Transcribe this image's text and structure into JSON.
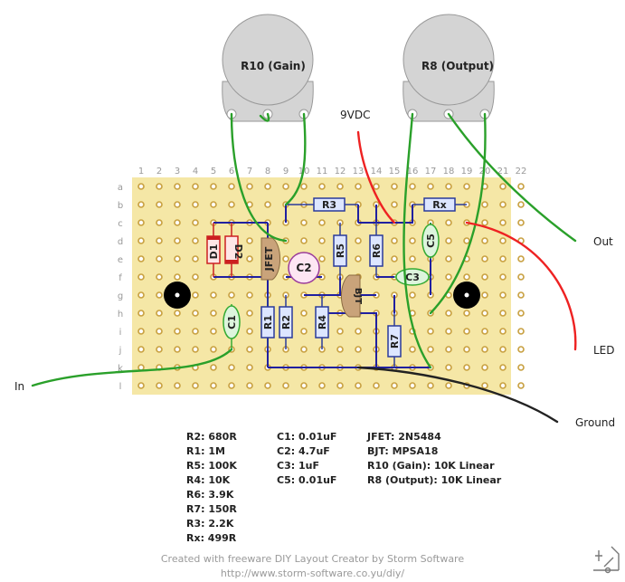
{
  "board": {
    "columns": [
      "1",
      "2",
      "3",
      "4",
      "5",
      "6",
      "7",
      "8",
      "9",
      "10",
      "11",
      "12",
      "13",
      "14",
      "15",
      "16",
      "17",
      "18",
      "19",
      "20",
      "21",
      "22"
    ],
    "rows": [
      "a",
      "b",
      "c",
      "d",
      "e",
      "f",
      "g",
      "h",
      "i",
      "j",
      "k",
      "l"
    ]
  },
  "labels": {
    "pot_gain": "R10 (Gain)",
    "pot_output": "R8 (Output)",
    "power": "9VDC",
    "output": "Out",
    "input": "In",
    "led": "LED",
    "ground": "Ground"
  },
  "components": {
    "R1": "R1",
    "R2": "R2",
    "R3": "R3",
    "R4": "R4",
    "R5": "R5",
    "R6": "R6",
    "R7": "R7",
    "Rx": "Rx",
    "D1": "D1",
    "D2": "D2",
    "C1": "C1",
    "C2": "C2",
    "C3": "C3",
    "C5": "C5",
    "JFET": "JFET",
    "BJT": "BJT"
  },
  "bom_columns": [
    [
      "R2: 680R",
      "R1: 1M",
      "R5: 100K",
      "R4: 10K",
      "R6: 3.9K",
      "R7: 150R",
      "R3: 2.2K",
      "Rx: 499R"
    ],
    [
      "C1: 0.01uF",
      "C2: 4.7uF",
      "C3: 1uF",
      "C5: 0.01uF"
    ],
    [
      "JFET: 2N5484",
      "BJT: MPSA18",
      "R10 (Gain): 10K Linear",
      "R8 (Output): 10K Linear"
    ]
  ],
  "credit": {
    "line1": "Created with freeware DIY Layout Creator by Storm Software",
    "line2": "http://www.storm-software.co.yu/diy/"
  },
  "colors": {
    "board": "#f5e7a6",
    "pad": "#c8a040",
    "trace": "#2020a0",
    "resistor_fill": "#dde6ff",
    "resistor_stroke": "#2a3a9a",
    "diode_fill": "#ffe6e6",
    "diode_stroke": "#cc2020",
    "film_cap_fill": "#ddf5dd",
    "film_cap_stroke": "#33aa33",
    "elec_cap_fill": "#fde6f3",
    "elec_cap_stroke": "#9a3a9a",
    "transistor_fill": "#c9a37a",
    "pot_fill": "#d4d4d4",
    "wire_green": "#2aa02a",
    "wire_red": "#ee2222",
    "wire_black": "#222222"
  }
}
